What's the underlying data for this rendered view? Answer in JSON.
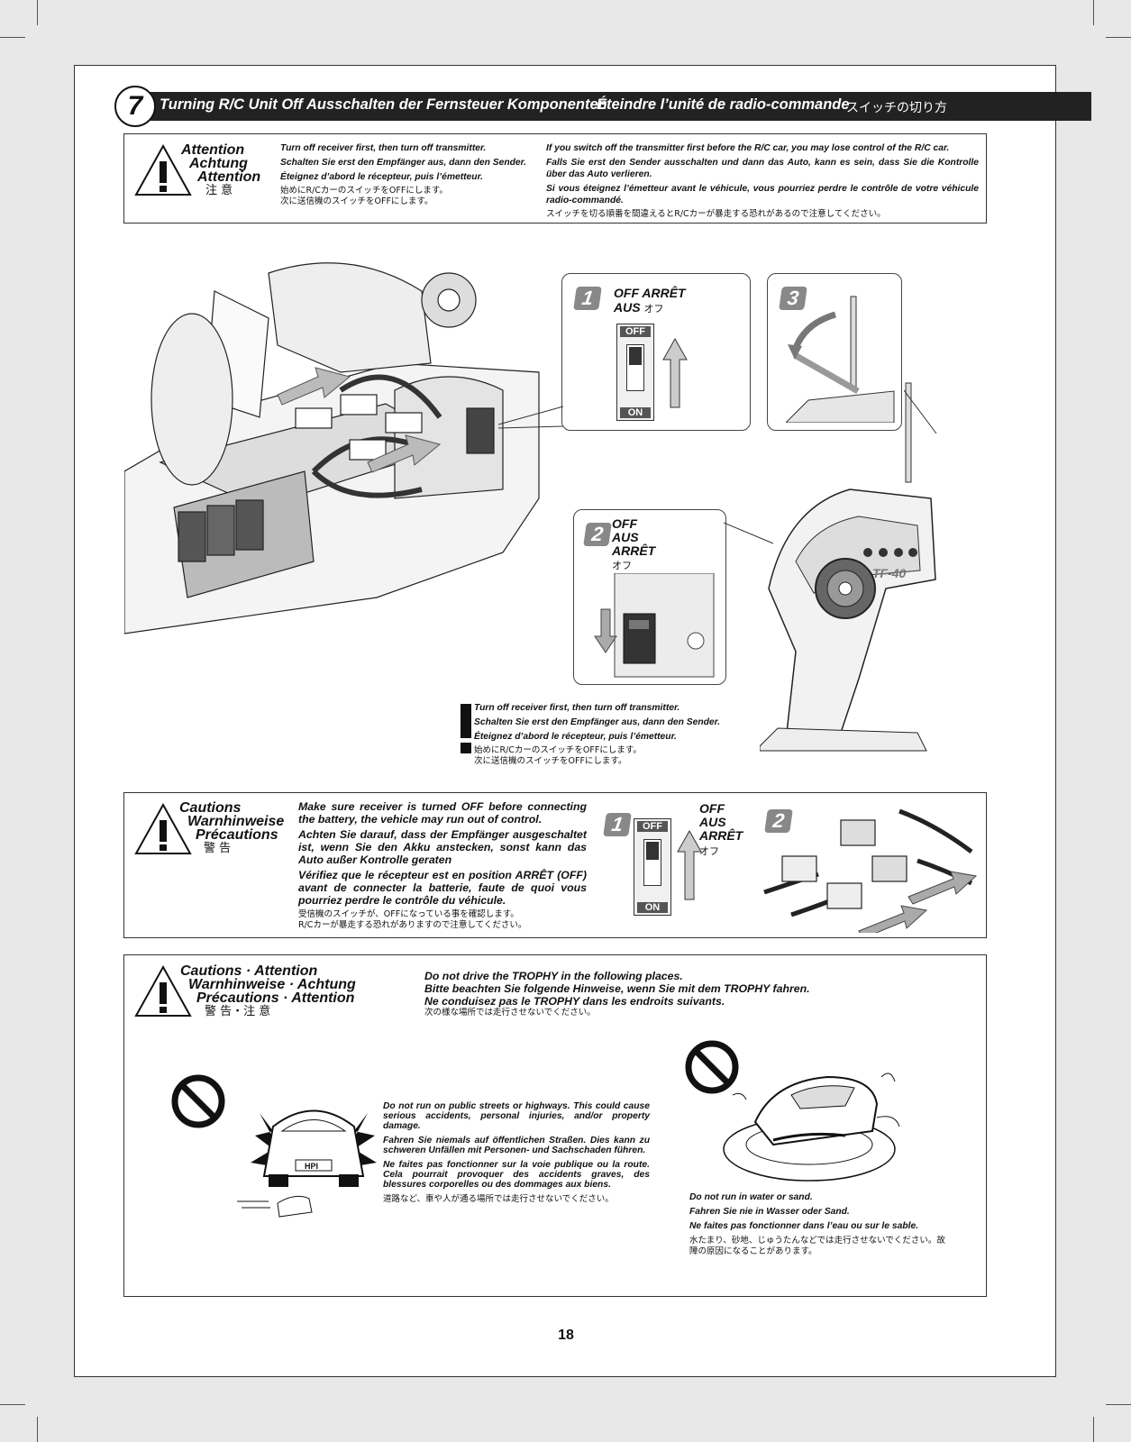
{
  "page_number": "18",
  "header": {
    "step_number": "7",
    "title_en": "Turning R/C Unit Off",
    "title_de": "Ausschalten der Fernsteuer Komponenten",
    "title_fr": "Éteindre l’unité de radio-commande",
    "title_jp": "スイッチの切り方"
  },
  "attention_box": {
    "label_1": "Attention",
    "label_2": "Achtung",
    "label_3": "Attention",
    "label_jp": "注 意",
    "left_en": "Turn off receiver first, then turn off transmitter.",
    "left_de": "Schalten Sie erst den Empfänger aus, dann den Sender.",
    "left_fr": "Éteignez d’abord le récepteur, puis l’émetteur.",
    "left_jp_1": "始めにR/CカーのスイッチをOFFにします。",
    "left_jp_2": "次に送信機のスイッチをOFFにします。",
    "right_en": "If you switch off the transmitter first before the R/C car, you may lose control of the R/C car.",
    "right_de": "Falls Sie erst den Sender ausschalten und dann das Auto, kann es sein, dass Sie die Kontrolle über das Auto verlieren.",
    "right_fr": "Si vous éteignez l’émetteur avant le véhicule, vous pourriez perdre le contrôle de votre véhicule radio-commandé.",
    "right_jp": "スイッチを切る順番を間違えるとR/Cカーが暴走する恐れがあるので注意してください。"
  },
  "diagram": {
    "step1_num": "1",
    "step1_line1": "OFF   ARRÊT",
    "step1_line2": "AUS",
    "step1_jp": "オフ",
    "switch_off": "OFF",
    "switch_on": "ON",
    "step2_num": "2",
    "step2_off": "OFF",
    "step2_aus": "AUS",
    "step2_arret": "ARRÊT",
    "step2_jp": "オフ",
    "step3_num": "3",
    "tx_model": "TF-40",
    "note_en": "Turn off receiver first, then turn off transmitter.",
    "note_de": "Schalten Sie erst den Empfänger aus, dann den Sender.",
    "note_fr": "Éteignez d’abord le récepteur, puis l’émetteur.",
    "note_jp_1": "始めにR/CカーのスイッチをOFFにします。",
    "note_jp_2": "次に送信機のスイッチをOFFにします。"
  },
  "cautions_box": {
    "label_1": "Cautions",
    "label_2": "Warnhinweise",
    "label_3": "Précautions",
    "label_jp": "警 告",
    "text_en": "Make sure receiver is turned OFF before connecting the battery, the vehicle may run out of control.",
    "text_de": "Achten Sie darauf, dass der Empfänger ausgeschaltet ist, wenn Sie den Akku anstecken, sonst kann das Auto außer Kontrolle geraten",
    "text_fr": "Vérifiez que le récepteur est en position ARRÊT (OFF) avant de connecter la batterie, faute de quoi vous pourriez perdre le contrôle du véhicule.",
    "text_jp_1": "受信機のスイッチが、OFFになっている事を確認します。",
    "text_jp_2": "R/Cカーが暴走する恐れがありますので注意してください。",
    "step1_num": "1",
    "off": "OFF",
    "aus": "AUS",
    "arret": "ARRÊT",
    "jp": "オフ",
    "step2_num": "2",
    "switch_off": "OFF",
    "switch_on": "ON"
  },
  "places_box": {
    "label_1": "Cautions · Attention",
    "label_2": "Warnhinweise · Achtung",
    "label_3": "Précautions · Attention",
    "label_jp": "警 告・注 意",
    "intro_en": "Do not drive the TROPHY in the following places.",
    "intro_de": "Bitte beachten Sie folgende Hinweise, wenn Sie mit dem TROPHY fahren.",
    "intro_fr": "Ne conduisez pas le TROPHY dans les endroits suivants.",
    "intro_jp": "次の様な場所では走行させないでください。",
    "street_en": "Do not run on public streets or highways. This could cause serious accidents, personal injuries, and/or property damage.",
    "street_de": "Fahren Sie niemals auf öffentlichen Straßen. Dies kann zu schweren Unfällen mit Personen- und Sachschaden führen.",
    "street_fr": "Ne faites pas fonctionner sur la voie publique ou la route. Cela pourrait provoquer des accidents graves, des blessures corporelles ou des dommages aux biens.",
    "street_jp": "道路など、車や人が通る場所では走行させないでください。",
    "water_en": "Do not run in water or sand.",
    "water_de": "Fahren Sie nie in Wasser oder Sand.",
    "water_fr": "Ne faites pas fonctionner dans l’eau ou sur le sable.",
    "water_jp": "水たまり、砂地、じゅうたんなどでは走行させないでください。故障の原因になることがあります。",
    "plate": "HPI"
  }
}
